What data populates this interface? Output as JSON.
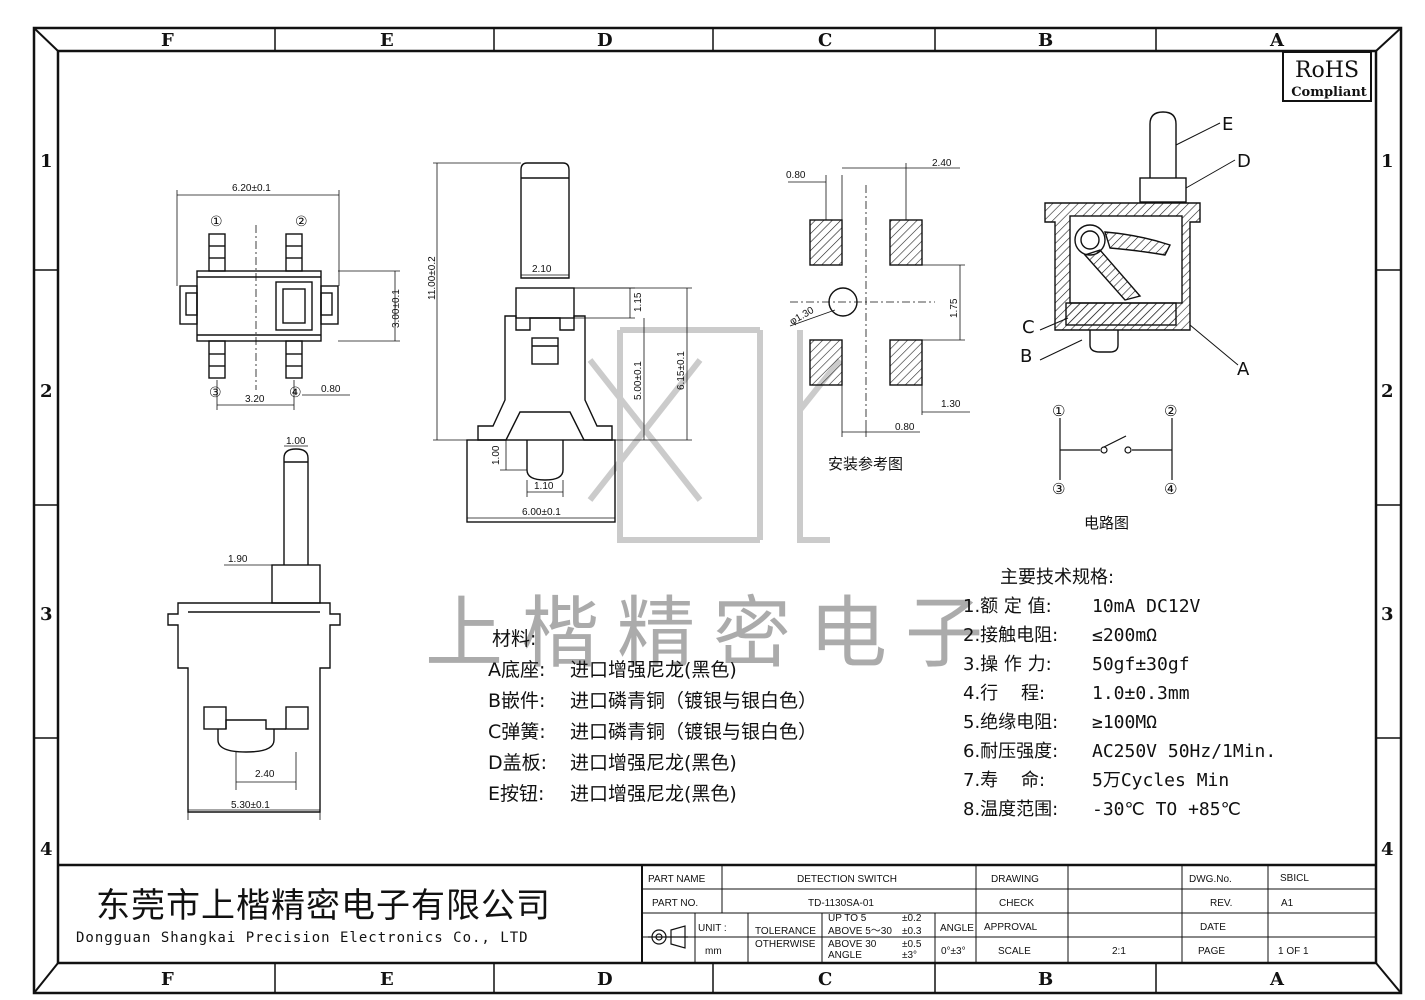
{
  "frame": {
    "top_columns": [
      "F",
      "E",
      "D",
      "C",
      "B",
      "A"
    ],
    "bottom_columns": [
      "F",
      "E",
      "D",
      "C",
      "B",
      "A"
    ],
    "rows": [
      "1",
      "2",
      "3",
      "4"
    ]
  },
  "rohs": {
    "line1": "RoHS",
    "line2": "Compliant"
  },
  "dimensions": {
    "top_width": "6.20±0.1",
    "top_height": "3.00±0.1",
    "pin_pitch": "3.20",
    "pin_width_top": "0.80",
    "pin1": "①",
    "pin2": "②",
    "pin3": "③",
    "pin4": "④",
    "front_total_height": "11.00±0.2",
    "front_plunger_width": "2.10",
    "front_115": "1.15",
    "front_500": "5.00±0.1",
    "front_615": "6.15±0.1",
    "front_100": "1.00",
    "front_110": "1.10",
    "front_width": "6.00±0.1",
    "side_top": "1.00",
    "side_190": "1.90",
    "side_240": "2.40",
    "side_width": "5.30±0.1",
    "pad_080_top": "0.80",
    "pad_240": "2.40",
    "pad_hole": "φ1.30",
    "pad_175": "1.75",
    "pad_130": "1.30",
    "pad_080_bottom": "0.80"
  },
  "labels": {
    "install_ref": "安装参考图",
    "circuit": "电路图",
    "part_letters": {
      "E": "E",
      "D": "D",
      "C": "C",
      "B": "B",
      "A": "A"
    },
    "circuit_pins": {
      "p1": "①",
      "p2": "②",
      "p3": "③",
      "p4": "④"
    }
  },
  "watermark": "上楷精密电子",
  "materials": {
    "title": "材料:",
    "items": [
      {
        "key": "A底座:",
        "value": "进口增强尼龙(黑色)"
      },
      {
        "key": "B嵌件:",
        "value": "进口磷青铜（镀银与银白色）"
      },
      {
        "key": "C弹簧:",
        "value": "进口磷青铜（镀银与银白色）"
      },
      {
        "key": "D盖板:",
        "value": "进口增强尼龙(黑色)"
      },
      {
        "key": "E按钮:",
        "value": "进口增强尼龙(黑色)"
      }
    ]
  },
  "specs": {
    "title": "主要技术规格:",
    "items": [
      {
        "key": "1.额 定 值:",
        "value": "10mA DC12V"
      },
      {
        "key": "2.接触电阻:",
        "value": "≤200mΩ"
      },
      {
        "key": "3.操 作 力:",
        "value": "50gf±30gf"
      },
      {
        "key": "4.行    程:",
        "value": "1.0±0.3mm"
      },
      {
        "key": "5.绝缘电阻:",
        "value": "≥100MΩ"
      },
      {
        "key": "6.耐压强度:",
        "value": "AC250V 50Hz/1Min."
      },
      {
        "key": "7.寿    命:",
        "value": "5万Cycles Min"
      },
      {
        "key": "8.温度范围:",
        "value": "-30℃ TO +85℃"
      }
    ]
  },
  "title_block": {
    "company_cn": "东莞市上楷精密电子有限公司",
    "company_en": "Dongguan Shangkai Precision Electronics Co., LTD",
    "part_name_label": "PART NAME",
    "part_name": "DETECTION SWITCH",
    "part_no_label": "PART NO.",
    "part_no": "TD-1130SA-01",
    "unit_label": "UNIT :",
    "unit": "mm",
    "tolerance_label": "TOLERANCE",
    "otherwise_label": "OTHERWISE",
    "tol_rows": [
      "UP TO 5",
      "ABOVE 5～30",
      "ABOVE 30",
      "ANGLE"
    ],
    "tol_vals": [
      "±0.2",
      "±0.3",
      "±0.5",
      "±3°"
    ],
    "angle_label": "ANGLE",
    "angle_val": "0°±3°",
    "drawing": "DRAWING",
    "check": "CHECK",
    "approval": "APPROVAL",
    "scale_label": "SCALE",
    "scale": "2:1",
    "dwg_no_label": "DWG.No.",
    "dwg_no": "SBICL",
    "rev_label": "REV.",
    "rev": "A1",
    "date_label": "DATE",
    "date": "",
    "page_label": "PAGE",
    "page": "1 OF 1"
  }
}
